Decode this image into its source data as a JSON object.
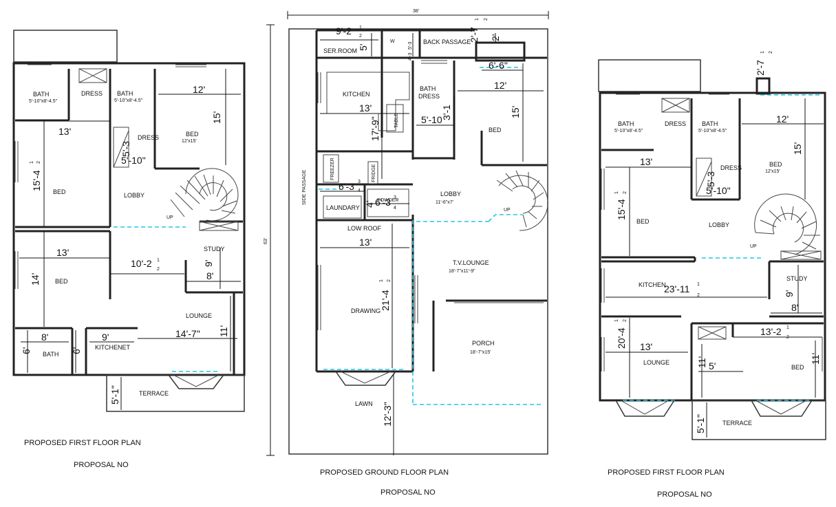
{
  "captions": {
    "left_title": "PROPOSED FIRST FLOOR PLAN",
    "left_sub": "PROPOSAL NO",
    "mid_title": "PROPOSED GROUND FLOOR PLAN",
    "mid_sub": "PROPOSAL NO",
    "right_title": "PROPOSED FIRST FLOOR PLAN",
    "right_sub": "PROPOSAL NO"
  },
  "left": {
    "rooms": {
      "bath1": "BATH",
      "bath1_size": "5'-10\"x8'-4.5\"",
      "dress1": "DRESS",
      "bath2": "BATH",
      "bath2_size": "5'-10\"x8'-4.5\"",
      "dress2": "DRESS",
      "bed_tr": "BED",
      "bed_tr_size": "12'x15'",
      "bed1": "BED",
      "lobby": "LOBBY",
      "up": "UP",
      "bed2": "BED",
      "study": "STUDY",
      "lounge": "LOUNGE",
      "bath3": "BATH",
      "kitchenet": "KITCHENET",
      "terrace": "TERRACE"
    },
    "dims": {
      "d12": "12'",
      "d15": "15'",
      "d13a": "13'",
      "d15_4": "15'-4",
      "d5_10": "5'-10\"",
      "d5_3": "5'-3",
      "d13b": "13'",
      "d10_2": "10'-2",
      "d9": "9'",
      "d14": "14'",
      "d8a": "8'",
      "d8b": "8'",
      "d9b": "9'",
      "d14_7": "14'-7\"",
      "d11": "11'",
      "d6a": "6'",
      "d6b": "6'",
      "d5_1": "5'-1\"",
      "frac_num": "1",
      "frac_den": "2"
    }
  },
  "mid": {
    "overall_width": "38'",
    "overall_depth": "63'",
    "rooms": {
      "ser_room": "SER.ROOM",
      "w": "W",
      "back_passage": "BACK PASSAGE",
      "kitchen": "KITCHEN",
      "table": "TABLE",
      "bath": "BATH",
      "dress": "DRESS",
      "bed": "BED",
      "freezer": "FREEZER",
      "fridge": "FRIDGE",
      "laundary": "LAUNDARY",
      "powder": "POWDER",
      "low_roof": "LOW ROOF",
      "lobby": "LOBBY",
      "lobby_size": "11'-6\"x7'",
      "up": "UP",
      "side_passage": "SIDE PASSAGE",
      "tv_lounge": "T.V.LOUNGE",
      "tv_lounge_size": "18'-7\"x11'-9\"",
      "drawing": "DRAWING",
      "porch": "PORCH",
      "porch_size": "18'-7\"x15'",
      "lawn": "LAWN"
    },
    "dims": {
      "d9_2": "9'-2",
      "d5a": "5'",
      "d5_3": "5'-3",
      "d4_3": "4'-3",
      "d2_7": "2'-7",
      "d2": "2'",
      "d6_6": "6'-6\"",
      "d12": "12'",
      "d15": "15'",
      "d13a": "13'",
      "d17_9": "17'-9\"",
      "d3_1": "3'-1",
      "d5_10": "5'-10",
      "d6_3": "6'-3",
      "d6_3b": "6'-3",
      "d4": "4'",
      "d3_4n": "3",
      "d3_4d": "4",
      "d13b": "13'",
      "d21_4": "21'-4",
      "d12_3": "12'-3\"",
      "frac_num": "1",
      "frac_den": "2"
    }
  },
  "right": {
    "rooms": {
      "bath1": "BATH",
      "bath1_size": "5'-10\"x8'-4.5\"",
      "dress1": "DRESS",
      "bath2": "BATH",
      "bath2_size": "5'-10\"x8'-4.5\"",
      "dress2": "DRESS",
      "bed_tr": "BED",
      "bed_tr_size": "12'x15'",
      "bed1": "BED",
      "lobby": "LOBBY",
      "up": "UP",
      "kitchen": "KITCHEN",
      "study": "STUDY",
      "lounge": "LOUNGE",
      "bed2": "BED",
      "terrace": "TERRACE"
    },
    "dims": {
      "d2_7": "2'-7",
      "d12": "12'",
      "d15": "15'",
      "d13a": "13'",
      "d15_4": "15'-4",
      "d5_10": "5'-10\"",
      "d5_3": "5'-3",
      "d23_11": "23'-11",
      "d9": "9'",
      "d8": "8'",
      "d20_4": "20'-4",
      "d13b": "13'",
      "d13_2": "13'-2",
      "d5": "5'",
      "d11a": "11'",
      "d11b": "11'",
      "d5_1": "5'-1\"",
      "frac_num": "1",
      "frac_den": "2"
    }
  }
}
